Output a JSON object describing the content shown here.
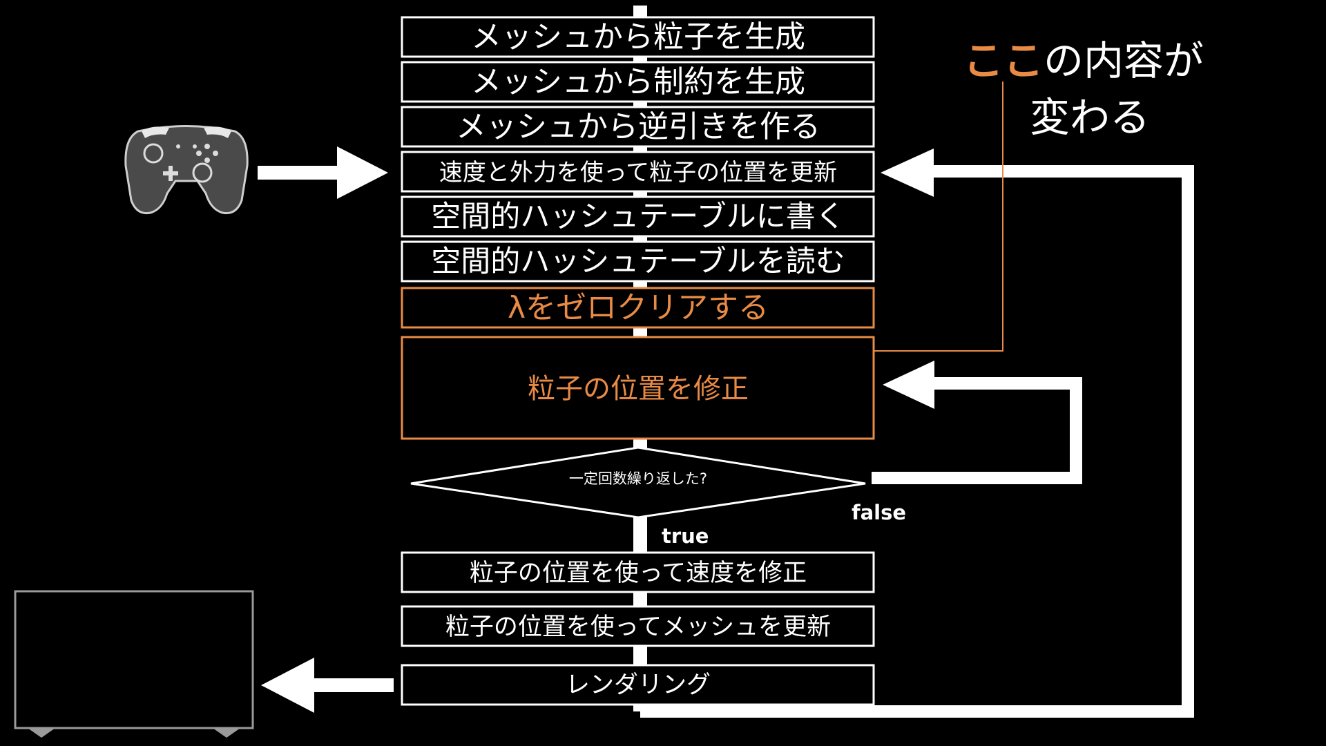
{
  "steps": [
    "メッシュから粒子を生成",
    "メッシュから制約を生成",
    "メッシュから逆引きを作る",
    "速度と外力を使って粒子の位置を更新",
    "空間的ハッシュテーブルに書く",
    "空間的ハッシュテーブルを読む",
    "λをゼロクリアする",
    "粒子の位置を修正"
  ],
  "decision": "一定回数繰り返した?",
  "label_false": "false",
  "label_true": "true",
  "post_steps": [
    "粒子の位置を使って速度を修正",
    "粒子の位置を使ってメッシュを更新",
    "レンダリング"
  ],
  "callout": {
    "highlight": "ここ",
    "line1_rest": "の内容が",
    "line2": "変わる"
  },
  "icons": {
    "input": "gamepad-icon",
    "output": "tv-monitor-icon"
  },
  "colors": {
    "background": "#000000",
    "foreground": "#ffffff",
    "accent": "#e98b45"
  }
}
